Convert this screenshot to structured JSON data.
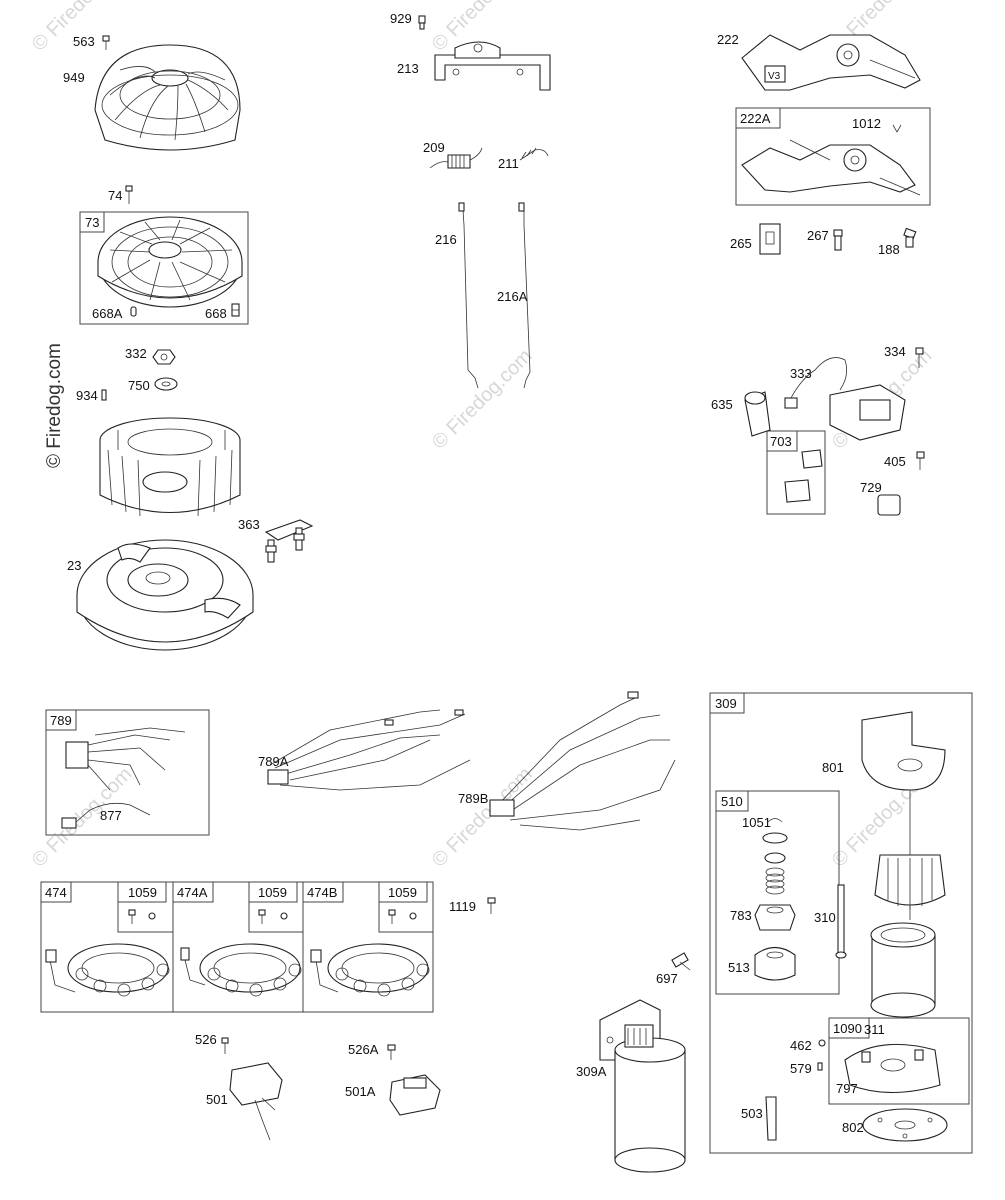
{
  "watermark": "© Firedog.com",
  "groups": [
    {
      "label": "73"
    },
    {
      "label": "222A"
    },
    {
      "label": "703"
    },
    {
      "label": "789"
    },
    {
      "label": "474"
    },
    {
      "label": "1059"
    },
    {
      "label": "474A"
    },
    {
      "label": "1059"
    },
    {
      "label": "474B"
    },
    {
      "label": "1059"
    },
    {
      "label": "309"
    },
    {
      "label": "510"
    },
    {
      "label": "1090"
    }
  ],
  "callouts": [
    "563",
    "949",
    "74",
    "668A",
    "668",
    "332",
    "934",
    "750",
    "23",
    "363",
    "929",
    "213",
    "209",
    "211",
    "216",
    "216A",
    "222",
    "1012",
    "265",
    "267",
    "188",
    "334",
    "333",
    "635",
    "405",
    "729",
    "789A",
    "789B",
    "877",
    "1119",
    "526",
    "501",
    "526A",
    "501A",
    "801",
    "1051",
    "783",
    "310",
    "513",
    "697",
    "309A",
    "311",
    "462",
    "579",
    "797",
    "503",
    "802"
  ]
}
